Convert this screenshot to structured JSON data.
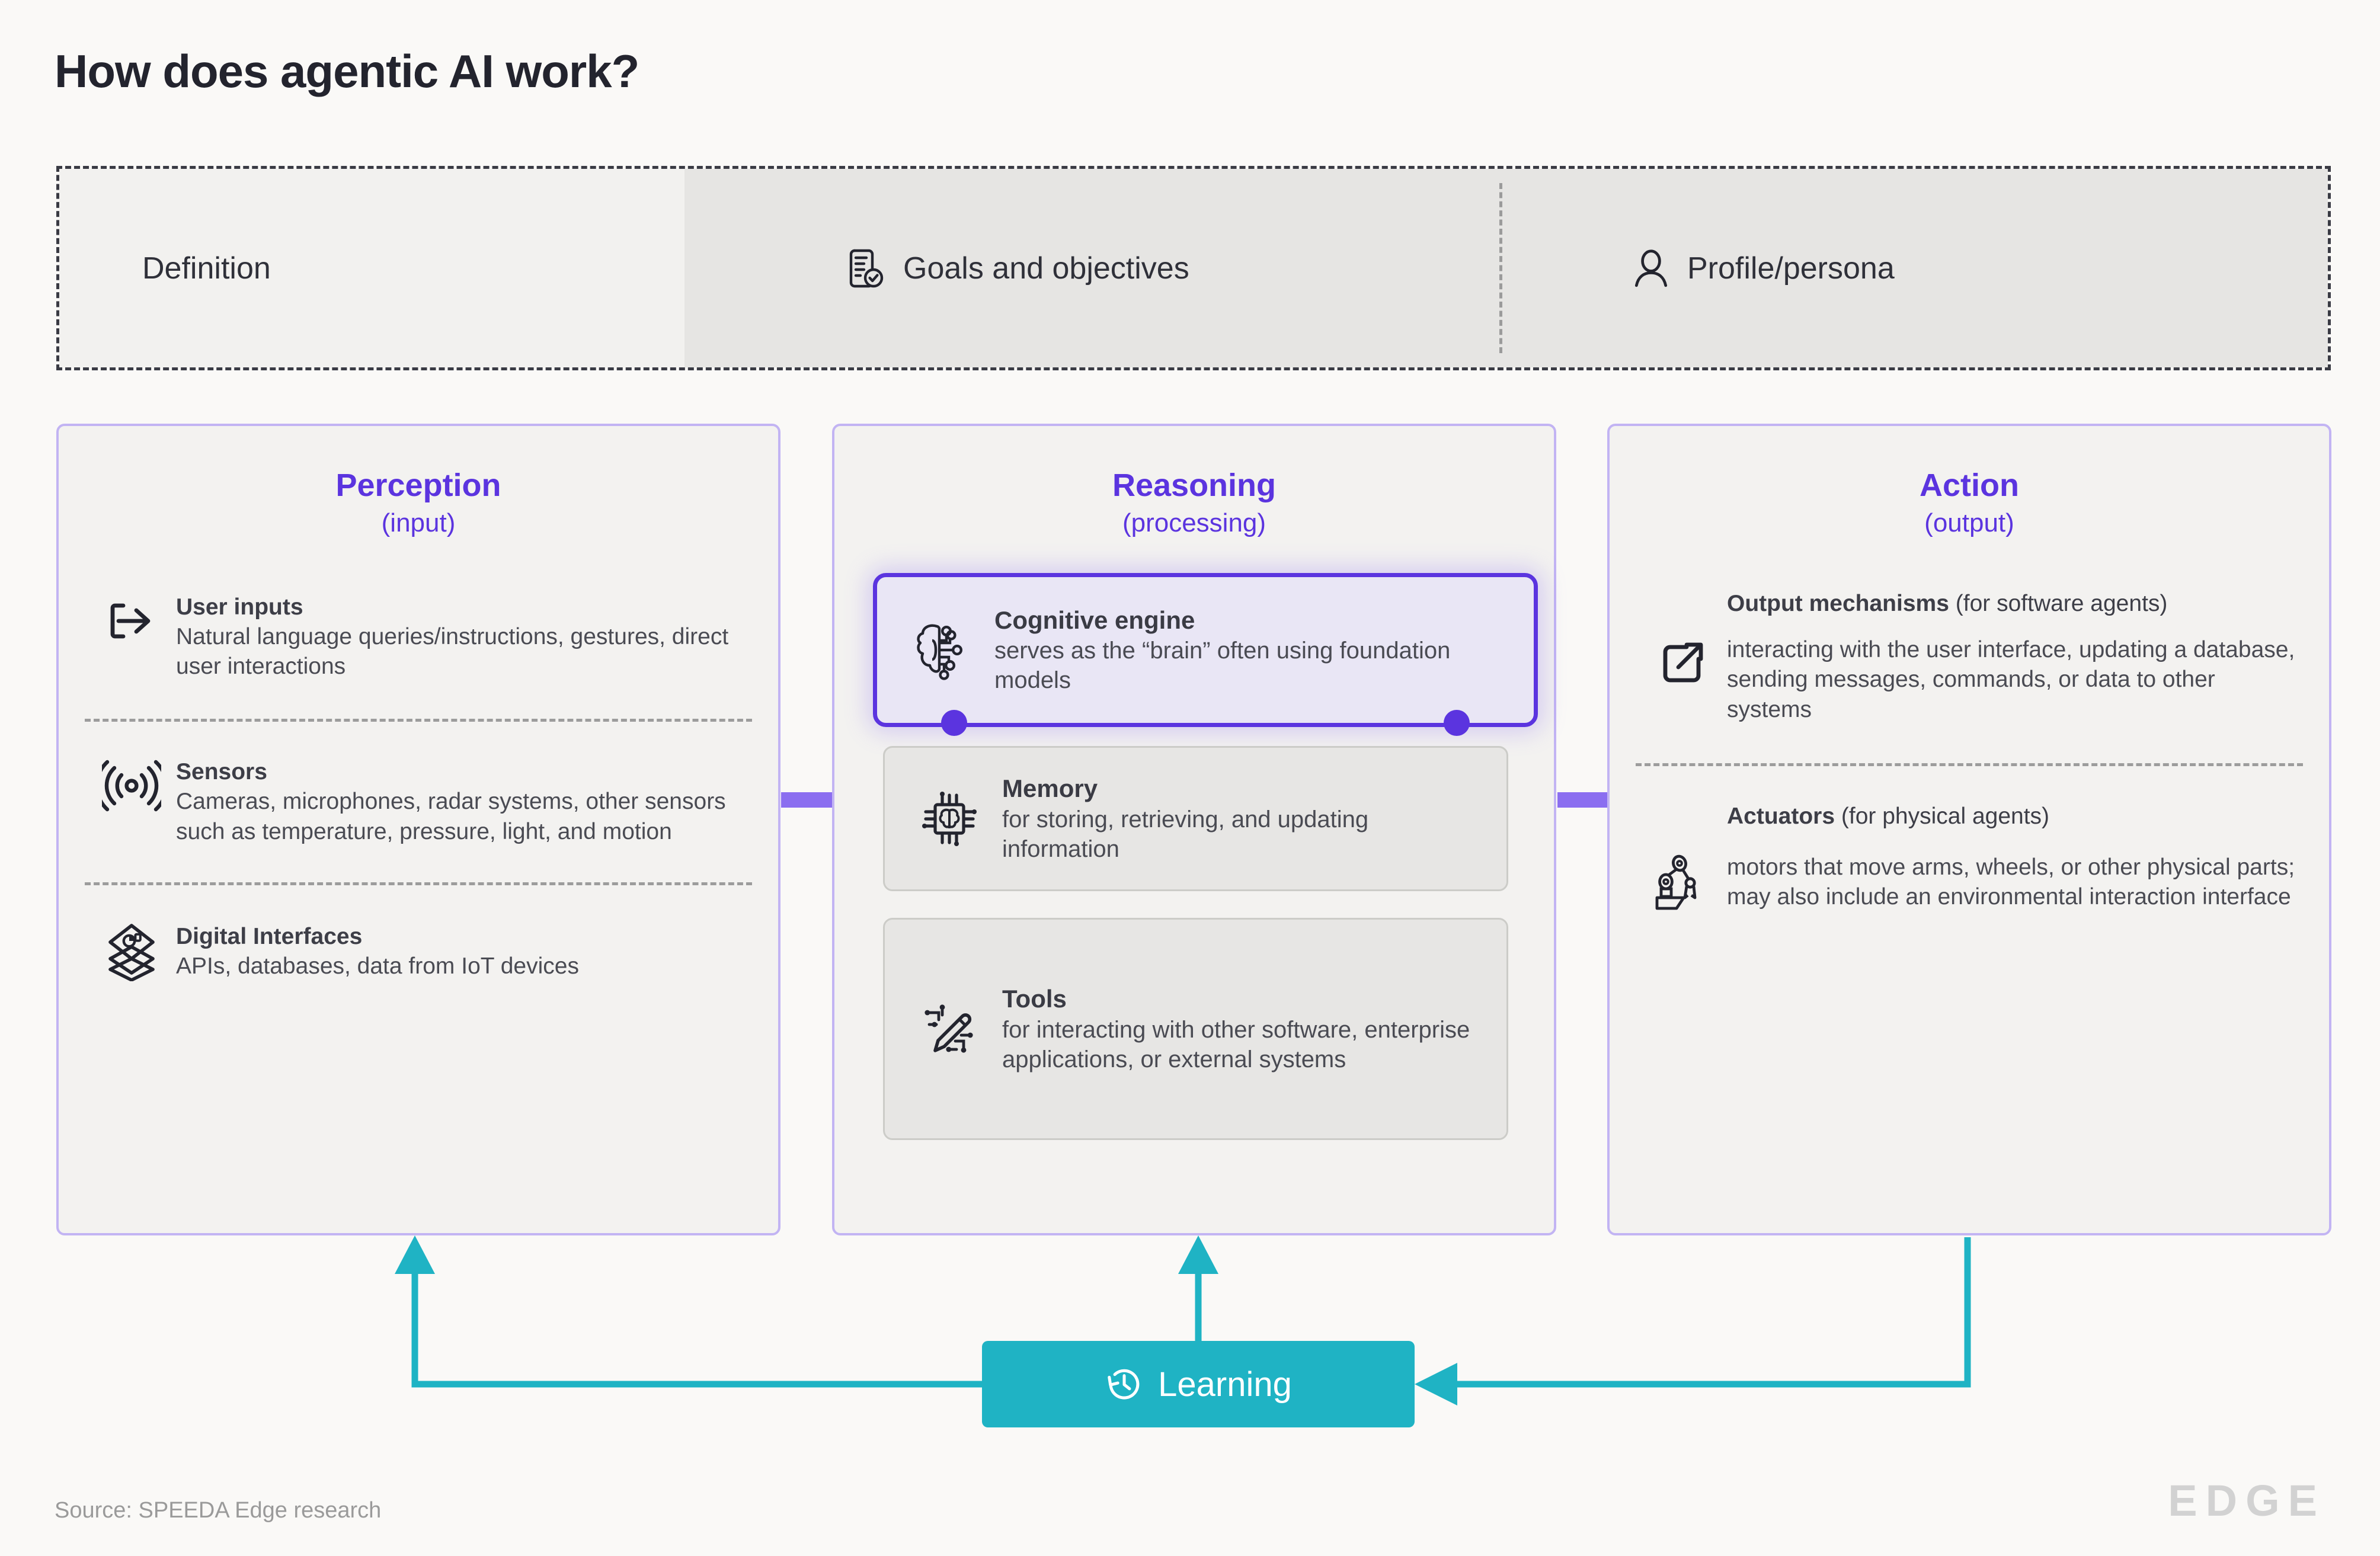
{
  "page": {
    "title": "How does agentic AI work?",
    "background": "#faf9f7",
    "accent_purple": "#5b34df",
    "accent_teal": "#1fb3c4",
    "card_border": "#c2b4f3"
  },
  "header_band": {
    "cells": [
      {
        "label": "Definition",
        "icon": "",
        "bg": "#f2f1ef"
      },
      {
        "label": "Goals and objectives",
        "icon": "document-check-icon",
        "bg": "#e6e5e3"
      },
      {
        "label": "Profile/persona",
        "icon": "user-icon",
        "bg": "#e6e5e3"
      }
    ]
  },
  "columns": {
    "perception": {
      "title": "Perception",
      "subtitle": "(input)",
      "entries": [
        {
          "icon": "login-arrow-icon",
          "heading": "User inputs",
          "body": "Natural language queries/instructions, gestures, direct user interactions"
        },
        {
          "icon": "signal-waves-icon",
          "heading": "Sensors",
          "body": "Cameras, microphones, radar systems, other sensors such as temperature, pressure, light, and motion"
        },
        {
          "icon": "layers-stack-icon",
          "heading": "Digital Interfaces",
          "body": "APIs, databases, data from IoT devices"
        }
      ]
    },
    "reasoning": {
      "title": "Reasoning",
      "subtitle": "(processing)",
      "boxes": [
        {
          "icon": "brain-circuit-icon",
          "heading": "Cognitive engine",
          "body": "serves as the “brain” often using foundation models",
          "highlighted": true
        },
        {
          "icon": "chip-brain-icon",
          "heading": "Memory",
          "body": "for storing, retrieving, and updating information",
          "highlighted": false
        },
        {
          "icon": "pencil-circuit-icon",
          "heading": "Tools",
          "body": "for interacting with other software, enterprise applications, or external systems",
          "highlighted": false
        }
      ]
    },
    "action": {
      "title": "Action",
      "subtitle": "(output)",
      "entries": [
        {
          "icon": "external-link-icon",
          "heading": "Output mechanisms",
          "heading_normal": " (for software agents)",
          "body": "interacting with the user interface, updating a database, sending messages, commands, or data to other systems"
        },
        {
          "icon": "robot-arm-icon",
          "heading": "Actuators",
          "heading_normal": " (for physical agents)",
          "body": "motors that move arms, wheels, or other physical parts; may also include an environmental interaction interface"
        }
      ]
    }
  },
  "learning": {
    "label": "Learning",
    "icon": "history-clock-icon",
    "color": "#1fb3c4"
  },
  "footer": {
    "source": "Source:  SPEEDA Edge research",
    "logo": "EDGE"
  }
}
